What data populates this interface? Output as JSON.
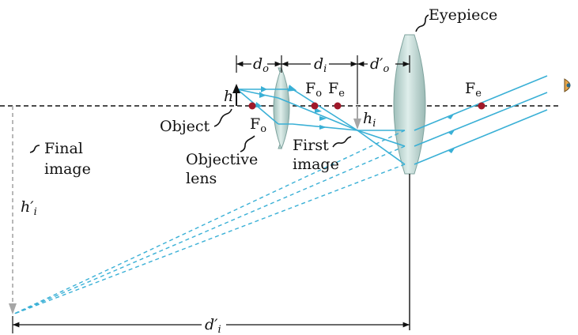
{
  "labels": {
    "eyepiece": "Eyepiece",
    "object": "Object",
    "objective_lens_line1": "Objective",
    "objective_lens_line2": "lens",
    "first_image_line1": "First",
    "first_image_line2": "image",
    "final_image_line1": "Final",
    "final_image_line2": "image"
  },
  "symbols": {
    "h": "h",
    "h_i": "h",
    "h_i_sub": "i",
    "h_i_prime": "h′",
    "h_i_prime_sub": "i",
    "d_o": "d",
    "d_o_sub": "o",
    "d_i": "d",
    "d_i_sub": "i",
    "d_o_prime": "d′",
    "d_o_prime_sub": "o",
    "d_i_prime": "d′",
    "d_i_prime_sub": "i",
    "F": "F",
    "F_o_sub": "o",
    "F_e_sub": "e"
  },
  "colors": {
    "ray": "#3ab0d6",
    "focal_point": "#a0192a",
    "axis": "#111111",
    "lens_fill": "#b9d3cf",
    "lens_stroke": "#7fa39e",
    "image_arrow": "#a6a6a6",
    "eye": "#e8a64a"
  },
  "icons": {
    "eye": "eye-icon"
  }
}
